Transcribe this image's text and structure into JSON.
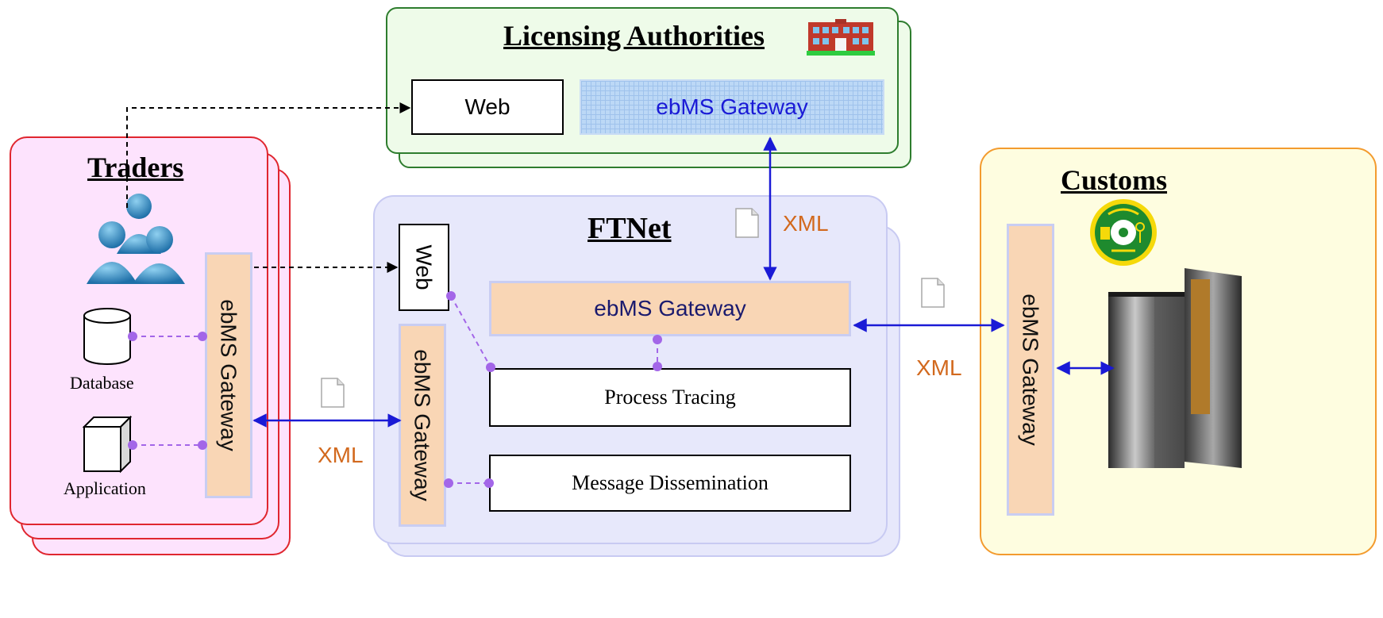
{
  "traders": {
    "title": "Traders",
    "database_label": "Database",
    "application_label": "Application",
    "gateway_label": "ebMS Gateway"
  },
  "licensing": {
    "title": "Licensing Authorities",
    "web_label": "Web",
    "gateway_label": "ebMS Gateway"
  },
  "ftnet": {
    "title": "FTNet",
    "web_label": "Web",
    "gateway_label": "ebMS Gateway",
    "side_gateway_label": "ebMS Gateway",
    "process_tracing": "Process Tracing",
    "message_dissemination": "Message Dissemination"
  },
  "customs": {
    "title": "Customs",
    "gateway_label": "ebMS Gateway"
  },
  "xml_labels": {
    "traders_ftnet": "XML",
    "la_ftnet": "XML",
    "ftnet_customs": "XML"
  },
  "colors": {
    "traders_border": "#e0262f",
    "traders_fill": "#fde3fd",
    "la_border": "#2e7d2e",
    "ftnet_fill": "#e7e8fb",
    "customs_border": "#f39b2e",
    "gateway_fill": "#f9d6b5",
    "xml_text": "#d2691e",
    "arrow_blue": "#1a1ad6",
    "dot_purple": "#a366e8"
  },
  "icons": [
    "building-icon",
    "people-icon",
    "database-icon",
    "application-cube-icon",
    "document-icon",
    "customs-emblem-icon",
    "mainframe-server-icon"
  ]
}
